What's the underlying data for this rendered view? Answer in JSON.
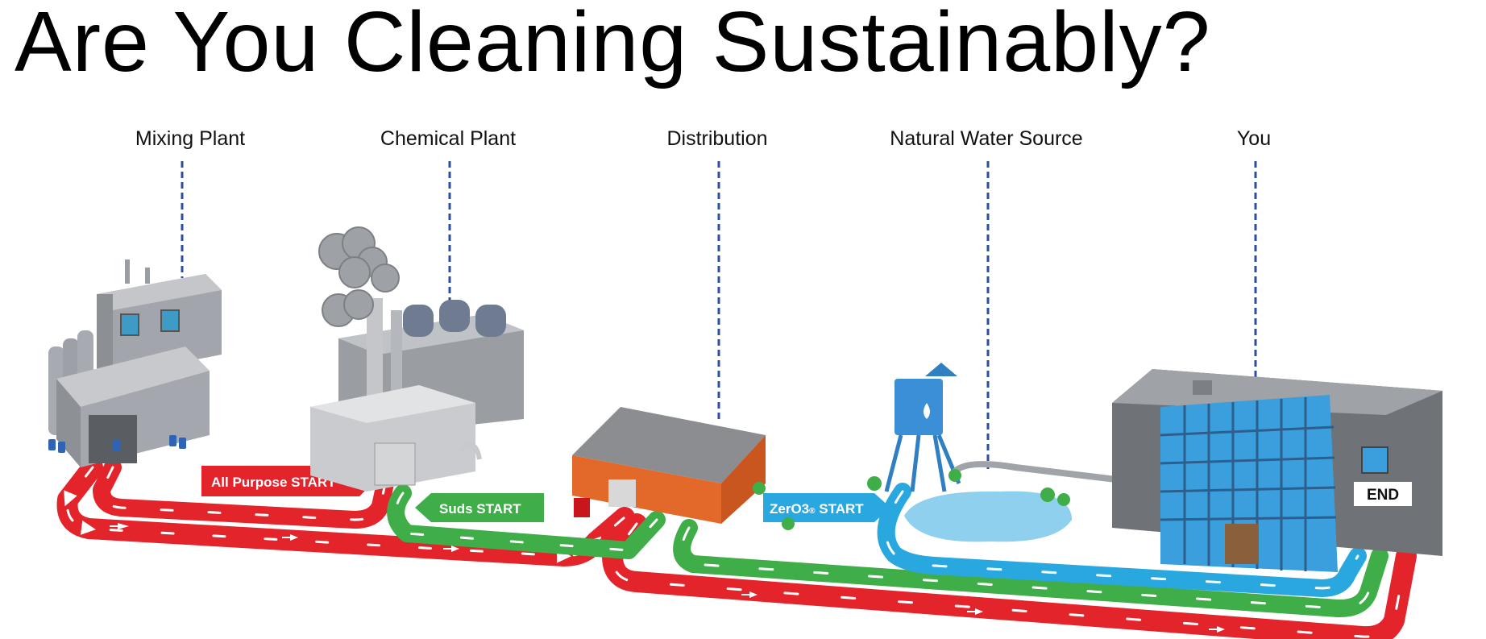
{
  "title": "Are You Cleaning Sustainably?",
  "stages": [
    {
      "id": "mixing",
      "label": "Mixing Plant"
    },
    {
      "id": "chemical",
      "label": "Chemical Plant"
    },
    {
      "id": "distribution",
      "label": "Distribution"
    },
    {
      "id": "water",
      "label": "Natural Water Source"
    },
    {
      "id": "you",
      "label": "You"
    }
  ],
  "routes": [
    {
      "id": "all-purpose",
      "label": "All Purpose START",
      "color": "#e3242b"
    },
    {
      "id": "suds",
      "label": "Suds START",
      "color": "#3fae49"
    },
    {
      "id": "zero3",
      "label_brand": "ZerO3",
      "label_mark": "®",
      "label_rest": " START",
      "color": "#29a8e0"
    }
  ],
  "end_label": "END",
  "colors": {
    "leader_line": "#2b4f9c",
    "factory_gray": "#8c8f94",
    "warehouse_orange": "#e2692a",
    "building_blue": "#3a9fdc"
  }
}
